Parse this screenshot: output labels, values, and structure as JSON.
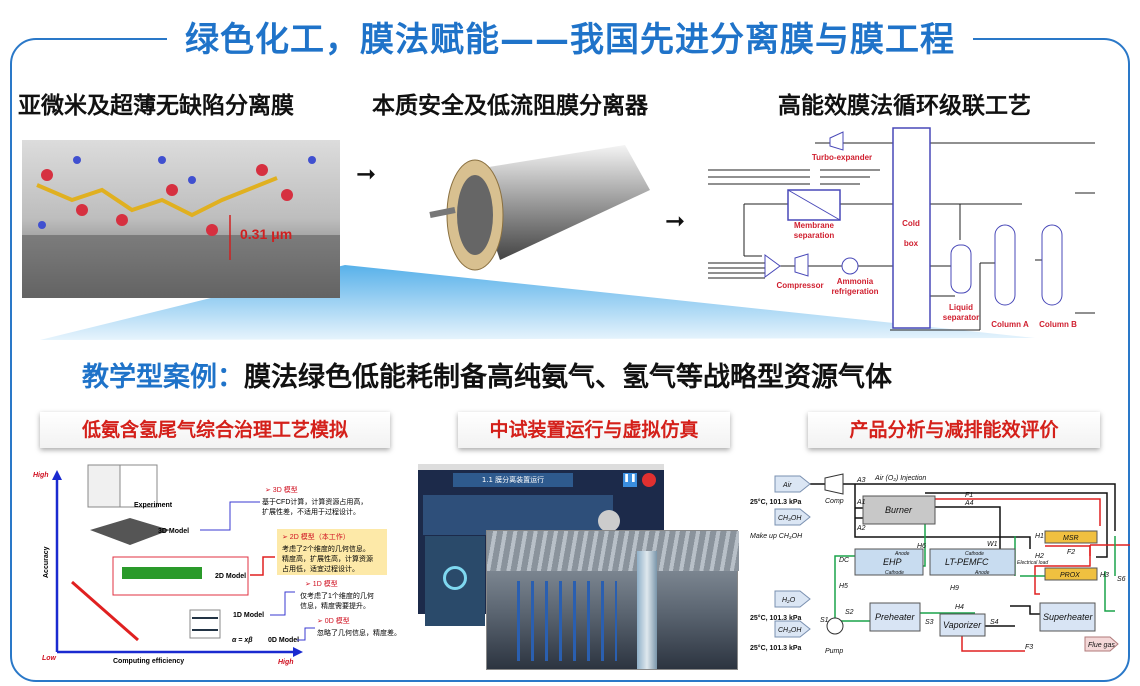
{
  "title": "绿色化工，膜法赋能——我国先进分离膜与膜工程",
  "subheadings": [
    "亚微米及超薄无缺陷分离膜",
    "本质安全及低流阻膜分离器",
    "高能效膜法循环级联工艺"
  ],
  "membrane_image": {
    "thickness_label": "0.31 μm"
  },
  "process_diagram": {
    "turbo": "Turbo-expander",
    "membrane1": "Membrane",
    "membrane2": "separation",
    "cold1": "Cold",
    "cold2": "box",
    "compressor": "Compressor",
    "ammonia1": "Ammonia",
    "ammonia2": "refrigeration",
    "liquid1": "Liquid",
    "liquid2": "separator",
    "colA": "Column A",
    "colB": "Column B"
  },
  "case": {
    "prefix": "教学型案例：",
    "text": "膜法绿色低能耗制备高纯氨气、氢气等战略型资源气体"
  },
  "sections": [
    "低氨含氢尾气综合治理工艺模拟",
    "中试装置运行与虚拟仿真",
    "产品分析与减排能效评价"
  ],
  "model_chart": {
    "y_axis": "Accuracy",
    "x_axis": "Computing efficiency",
    "high": "High",
    "low": "Low",
    "experiment": "Experiment",
    "m3": "3D Model",
    "m2": "2D Model",
    "m1": "1D Model",
    "m0": "0D Model",
    "formula": "α = xβ",
    "n3_title": "➢ 3D 模型",
    "n3_l1": "基于CFD计算，计算资源占用高，",
    "n3_l2": "扩展性差，不适用于过程设计。",
    "n2_title": "➢ 2D 模型（本工作）",
    "n2_l1": "考虑了2个维度的几何信息。",
    "n2_l2": "精度高，扩展性高，计算资源",
    "n2_l3": "占用低，适宜过程设计。",
    "n1_title": "➢ 1D 模型",
    "n1_l1": "仅考虑了1个维度的几何",
    "n1_l2": "信息，精度需要提升。",
    "n0_title": "➢ 0D 模型",
    "n0_l1": "忽略了几何信息，精度差。"
  },
  "sim": {
    "header": "1.1 膜分离装置运行"
  },
  "energy_chart": {
    "air": "Air",
    "cond": "25°C, 101.3 kPa",
    "ch3oh": "CH₃OH",
    "makeup": "Make up CH₃OH",
    "comp": "Comp",
    "injection": "Air (O₂) Injection",
    "burner": "Burner",
    "ehp": "EHP",
    "fc": "LT-PEMFC",
    "anode": "Anode",
    "cathode": "Cathode",
    "load": "Electrical load",
    "dc": "DC",
    "msr": "MSR",
    "prox": "PROX",
    "h2o": "H₂O",
    "pump": "Pump",
    "preheater": "Preheater",
    "vaporizer": "Vaporizer",
    "superheater": "Superheater",
    "flue": "Flue gas",
    "labels": {
      "a1": "A1",
      "a2": "A2",
      "a3": "A3",
      "a4": "A4",
      "f1": "F1",
      "f2": "F2",
      "f3": "F3",
      "h1": "H1",
      "h2": "H2",
      "h3": "H3",
      "h4": "H4",
      "h5": "H5",
      "h6": "H6",
      "h9": "H9",
      "s1": "S1",
      "s2": "S2",
      "s3": "S3",
      "s4": "S4",
      "s6": "S6",
      "w1": "W1"
    }
  },
  "colors": {
    "brand_blue": "#1f73c9",
    "section_red": "#d4201a",
    "flow_red": "#e02020",
    "flow_green": "#1aa34a"
  }
}
